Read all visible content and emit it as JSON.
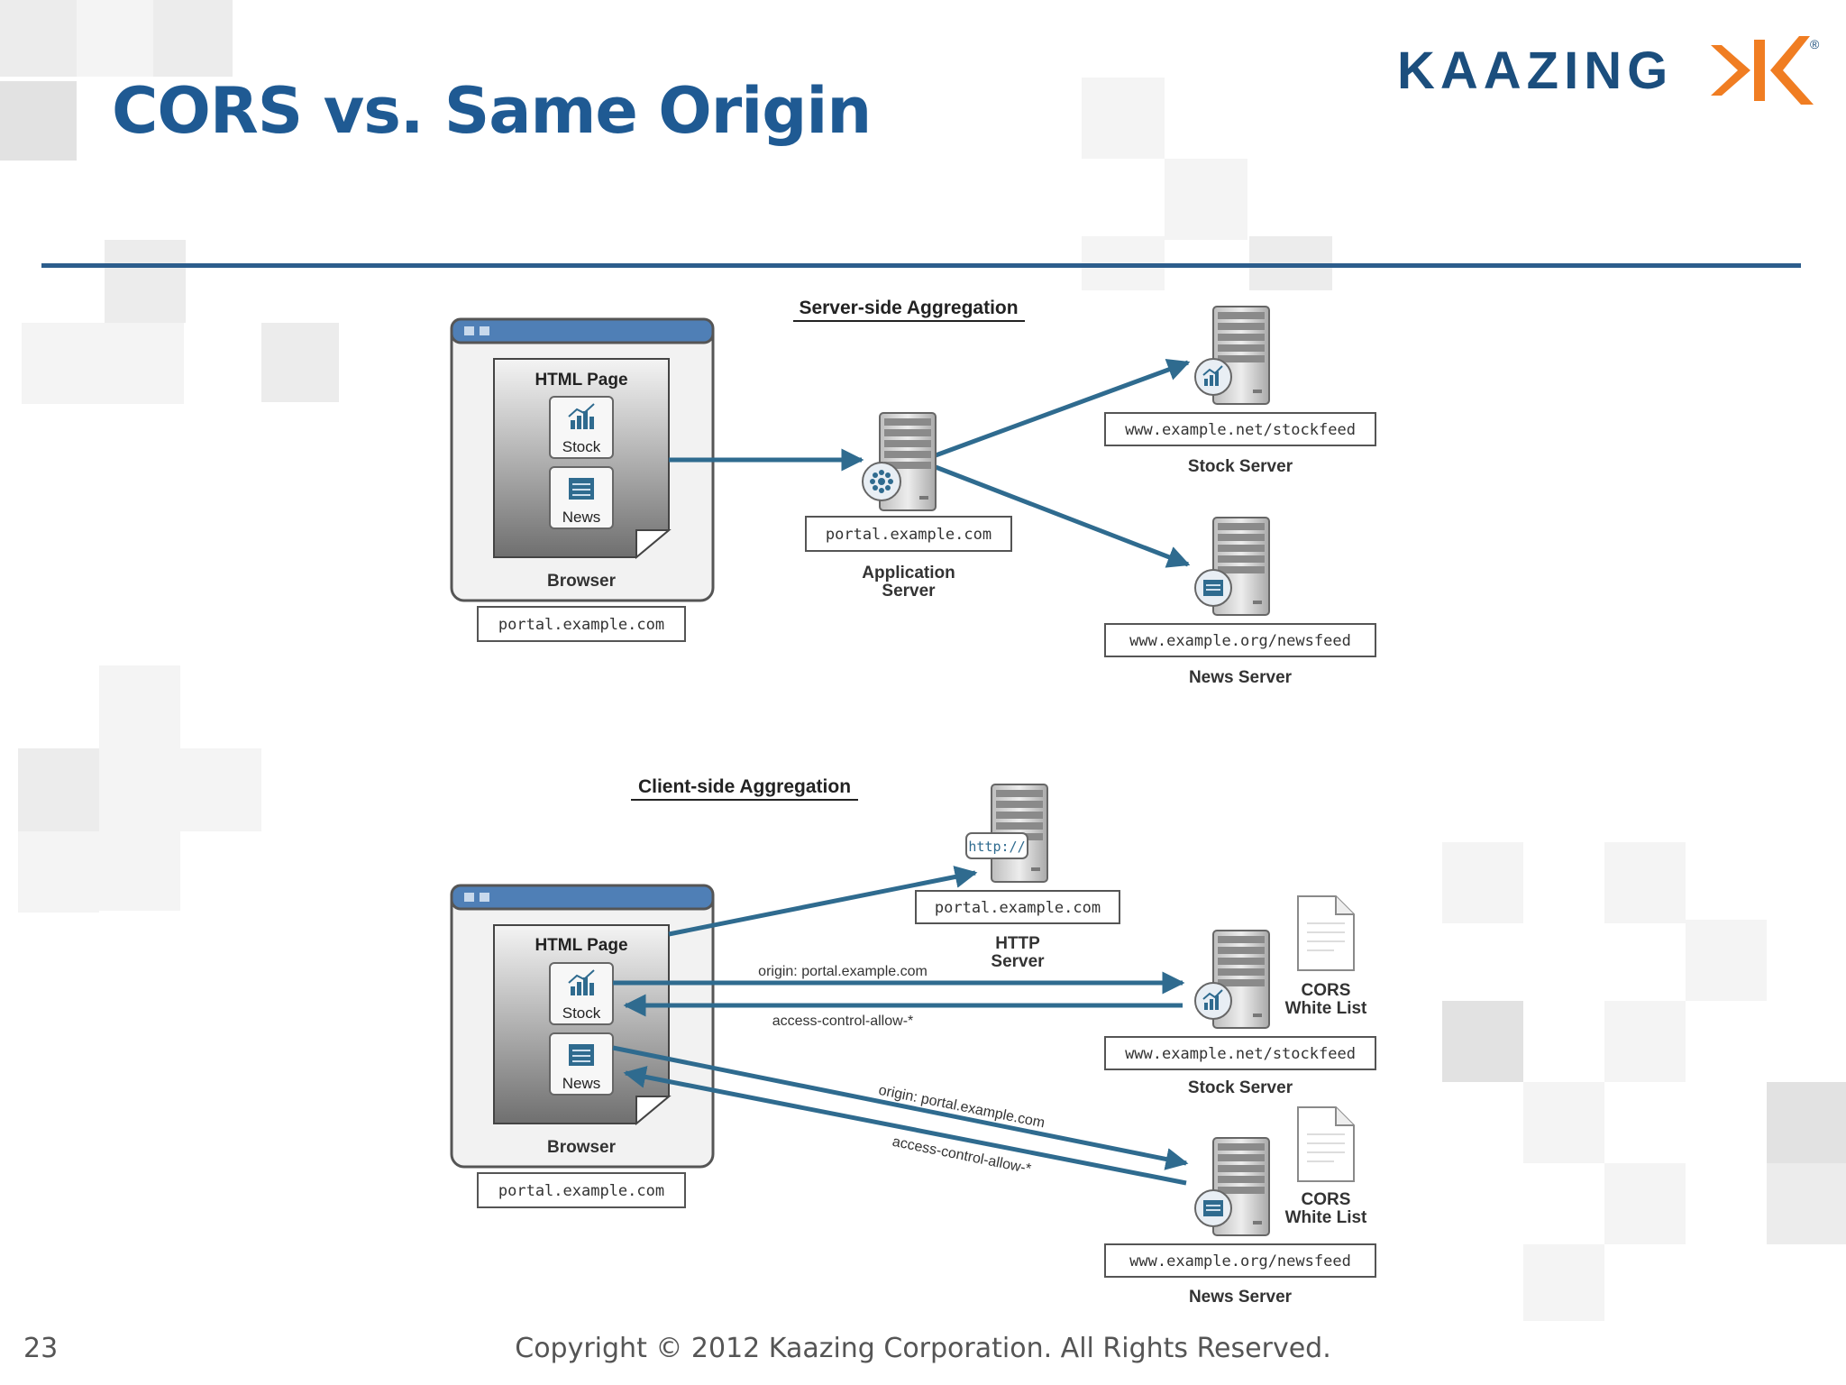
{
  "slide": {
    "title": "CORS vs. Same Origin",
    "page_number": "23",
    "copyright": "Copyright © 2012 Kaazing Corporation. All Rights Reserved."
  },
  "logo": {
    "text": "KAAZING",
    "mark": "®"
  },
  "colors": {
    "title": "#1f5a93",
    "rule": "#2c5d8c",
    "arrow": "#2f6b8f",
    "logo_text": "#1b4e7d",
    "logo_orange": "#f07d22"
  },
  "server_side": {
    "heading": "Server-side Aggregation",
    "browser": {
      "page_title": "HTML Page",
      "stock_label": "Stock",
      "news_label": "News",
      "caption": "Browser",
      "host": "portal.example.com"
    },
    "app_server": {
      "host": "portal.example.com",
      "caption_line1": "Application",
      "caption_line2": "Server",
      "icon": "gear-cluster-icon"
    },
    "stock_server": {
      "url": "www.example.net/stockfeed",
      "caption": "Stock Server",
      "icon": "chart-icon"
    },
    "news_server": {
      "url": "www.example.org/newsfeed",
      "caption": "News Server",
      "icon": "newspaper-icon"
    }
  },
  "client_side": {
    "heading": "Client-side Aggregation",
    "browser": {
      "page_title": "HTML Page",
      "stock_label": "Stock",
      "news_label": "News",
      "caption": "Browser",
      "host": "portal.example.com"
    },
    "http_server": {
      "badge": "http://",
      "host": "portal.example.com",
      "caption_line1": "HTTP",
      "caption_line2": "Server"
    },
    "stock_request": {
      "origin": "origin: portal.example.com",
      "response": "access-control-allow-*"
    },
    "news_request": {
      "origin": "origin: portal.example.com",
      "response": "access-control-allow-*"
    },
    "stock_server": {
      "url": "www.example.net/stockfeed",
      "caption": "Stock Server",
      "whitelist_line1": "CORS",
      "whitelist_line2": "White List"
    },
    "news_server": {
      "url": "www.example.org/newsfeed",
      "caption": "News Server",
      "whitelist_line1": "CORS",
      "whitelist_line2": "White List"
    }
  }
}
